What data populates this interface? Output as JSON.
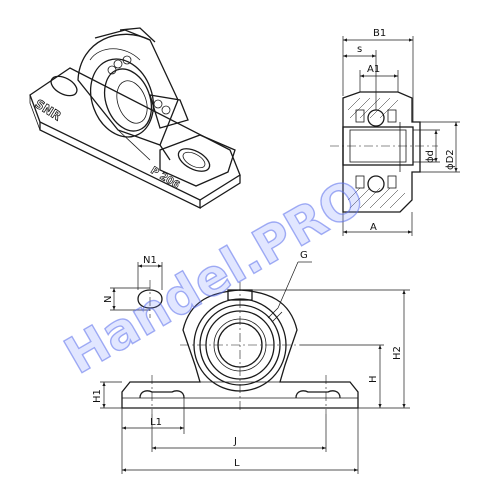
{
  "watermark": "Handel.PRO",
  "iso_view": {
    "brand_text": "SNR",
    "model_text": "P 206"
  },
  "section_view": {
    "labels": {
      "b1": "B1",
      "s": "s",
      "a1": "A1",
      "a": "A",
      "d": "ϕd",
      "d2": "ϕD2"
    }
  },
  "front_view": {
    "labels": {
      "n1": "N1",
      "n": "N",
      "g": "G",
      "h2": "H2",
      "h": "H",
      "h1": "H1",
      "l1": "L1",
      "j": "J",
      "l": "L"
    }
  }
}
